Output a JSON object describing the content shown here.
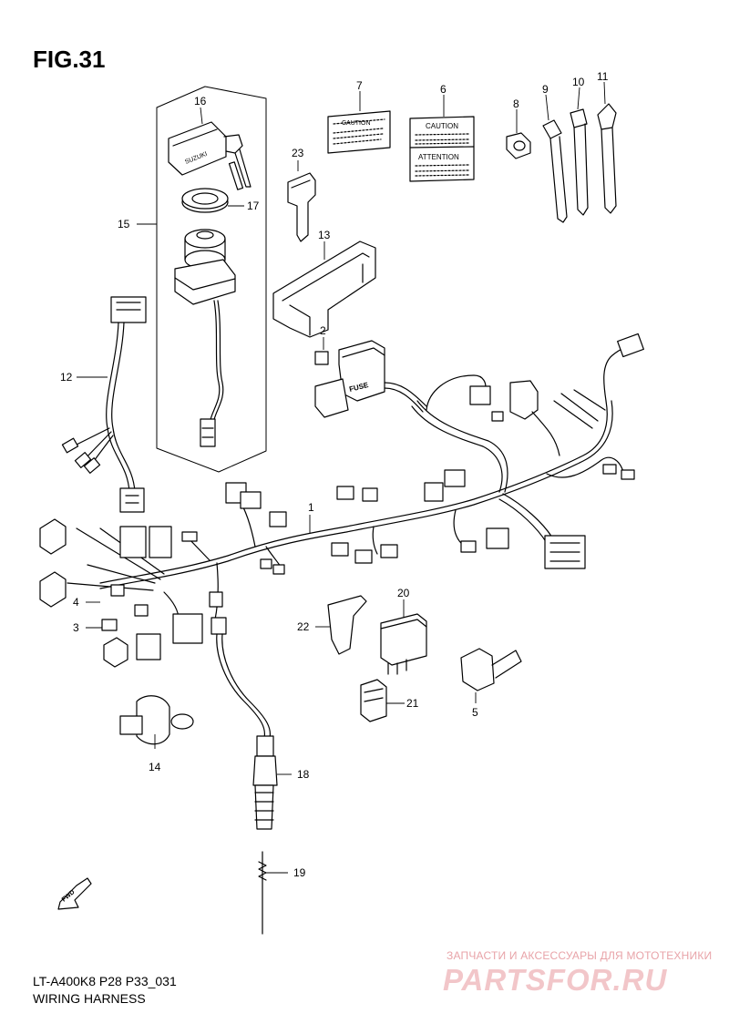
{
  "figure": {
    "title": "FIG.31",
    "code": "LT-A400K8 P28 P33_031",
    "name": "WIRING HARNESS"
  },
  "part_labels": [
    "1",
    "2",
    "3",
    "4",
    "5",
    "6",
    "7",
    "8",
    "9",
    "10",
    "11",
    "12",
    "13",
    "14",
    "15",
    "16",
    "17",
    "18",
    "19",
    "20",
    "21",
    "22",
    "23"
  ],
  "decals": {
    "caution_7": "CAUTION",
    "caution_6": "CAUTION",
    "attention_6": "ATTENTION"
  },
  "component_text": {
    "fuse": "FUSE",
    "fwd": "FWD",
    "key_brand": "SUZUKI"
  },
  "watermark": {
    "subtitle": "ЗАПЧАСТИ И АКСЕССУАРЫ ДЛЯ МОТОТЕХНИКИ",
    "logo": "PARTSFOR.RU"
  }
}
